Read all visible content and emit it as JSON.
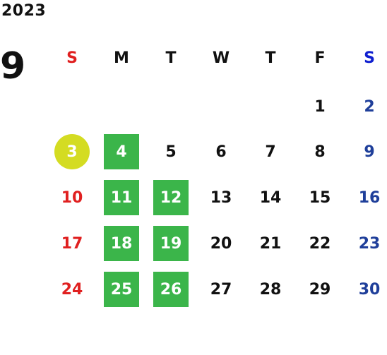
{
  "calendar": {
    "year": "2023",
    "month": "9",
    "weekdays": [
      {
        "label": "S",
        "color": "#e02020"
      },
      {
        "label": "M",
        "color": "#111111"
      },
      {
        "label": "T",
        "color": "#111111"
      },
      {
        "label": "W",
        "color": "#111111"
      },
      {
        "label": "T",
        "color": "#111111"
      },
      {
        "label": "F",
        "color": "#111111"
      },
      {
        "label": "S",
        "color": "#1020d0"
      }
    ],
    "weeks": [
      [
        "",
        "",
        "",
        "",
        "",
        "1",
        "2"
      ],
      [
        "3",
        "4",
        "5",
        "6",
        "7",
        "8",
        "9"
      ],
      [
        "10",
        "11",
        "12",
        "13",
        "14",
        "15",
        "16"
      ],
      [
        "17",
        "18",
        "19",
        "20",
        "21",
        "22",
        "23"
      ],
      [
        "24",
        "25",
        "26",
        "27",
        "28",
        "29",
        "30"
      ]
    ],
    "day_colors": {
      "sunday": "#e02020",
      "weekday": "#111111",
      "saturday": "#1f3f9a"
    },
    "highlighted_circle": {
      "days": [
        "3"
      ],
      "color": "#d4dc22"
    },
    "highlighted_box": {
      "days": [
        "4",
        "11",
        "12",
        "18",
        "19",
        "25",
        "26"
      ],
      "color": "#3bb54a"
    }
  }
}
